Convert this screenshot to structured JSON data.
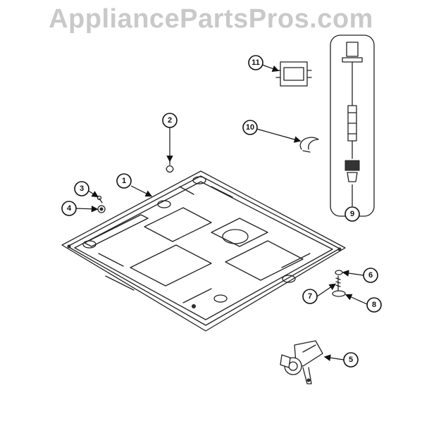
{
  "watermark": "AppliancePartsPros.com",
  "callouts": [
    {
      "id": "1",
      "label": "1"
    },
    {
      "id": "2",
      "label": "2"
    },
    {
      "id": "3",
      "label": "3"
    },
    {
      "id": "4",
      "label": "4"
    },
    {
      "id": "5",
      "label": "5"
    },
    {
      "id": "6",
      "label": "6"
    },
    {
      "id": "7",
      "label": "7"
    },
    {
      "id": "8",
      "label": "8"
    },
    {
      "id": "9",
      "label": "9"
    },
    {
      "id": "10",
      "label": "10"
    },
    {
      "id": "11",
      "label": "11"
    }
  ]
}
